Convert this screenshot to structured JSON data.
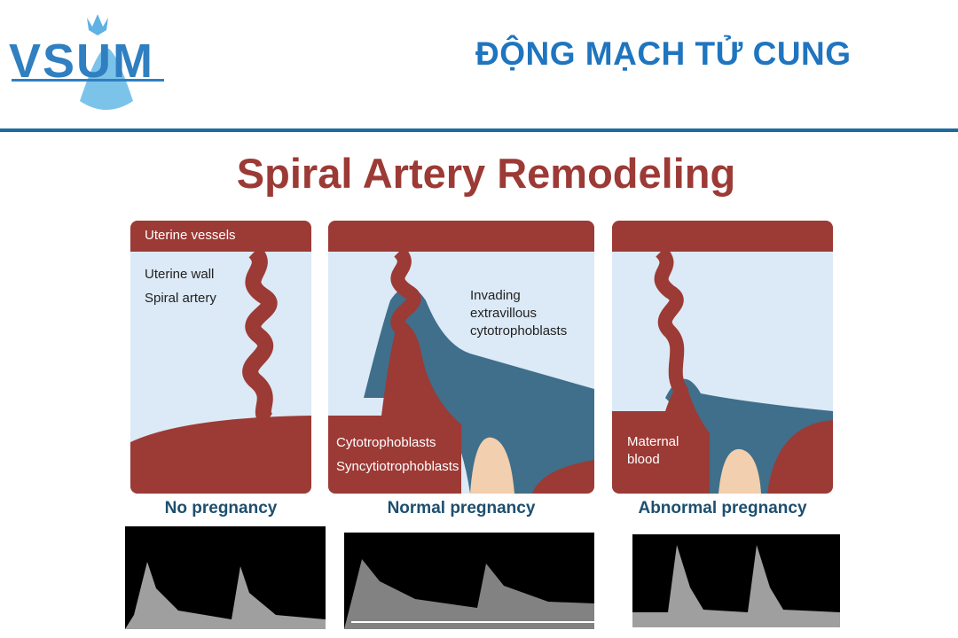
{
  "header": {
    "logo_text": "VSUM",
    "title": "ĐỘNG MẠCH TỬ CUNG"
  },
  "figure": {
    "title": "Spiral Artery Remodeling",
    "panels": [
      {
        "caption": "No pregnancy",
        "labels": {
          "vessels": "Uterine vessels",
          "wall": "Uterine wall",
          "artery": "Spiral artery"
        }
      },
      {
        "caption": "Normal pregnancy",
        "labels": {
          "invading_1": "Invading",
          "invading_2": "extravillous",
          "invading_3": "cytotrophoblasts",
          "cyto": "Cytotrophoblasts",
          "syncytio": "Syncytiotrophoblasts"
        }
      },
      {
        "caption": "Abnormal pregnancy",
        "labels": {
          "maternal_1": "Maternal",
          "maternal_2": "blood"
        }
      }
    ]
  },
  "colors": {
    "brand": "#1f75bf",
    "artery": "#9c3a35",
    "wall": "#dce9f6",
    "trophoblast": "#3f6f8a",
    "villus": "#f2cfae"
  }
}
